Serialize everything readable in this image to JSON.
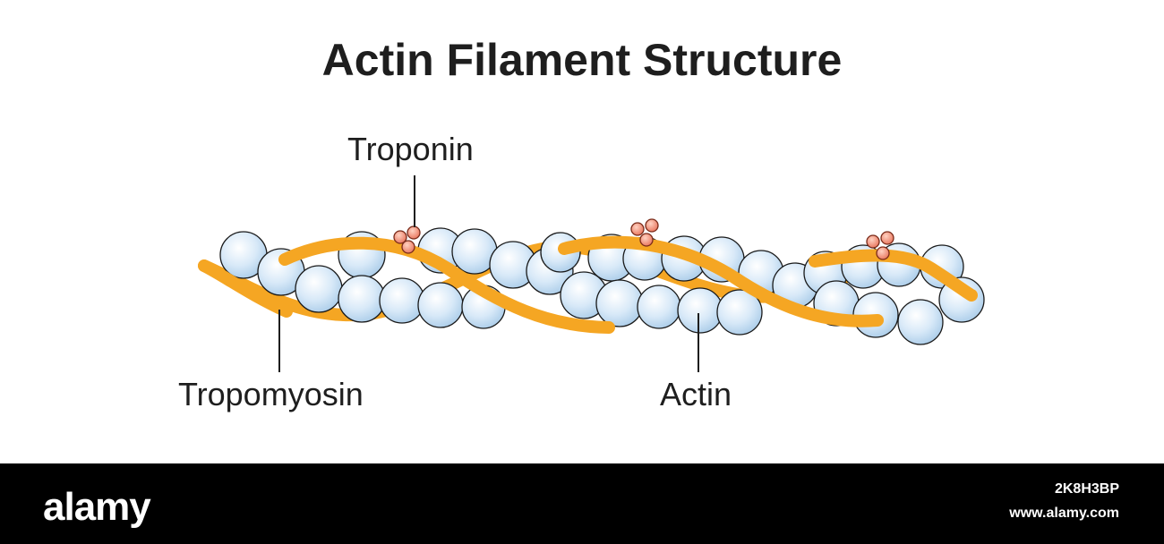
{
  "title": "Actin Filament Structure",
  "labels": {
    "troponin": "Troponin",
    "tropomyosin": "Tropomyosin",
    "actin": "Actin"
  },
  "footer": {
    "logo": "alamy",
    "image_id": "2K8H3BP",
    "site": "www.alamy.com"
  },
  "colors": {
    "actin_fill": "#cfe3f5",
    "actin_stroke": "#1a1a1a",
    "tropomyosin": "#f5a623",
    "troponin": "#f08a6e",
    "footer_bg": "#000000"
  }
}
